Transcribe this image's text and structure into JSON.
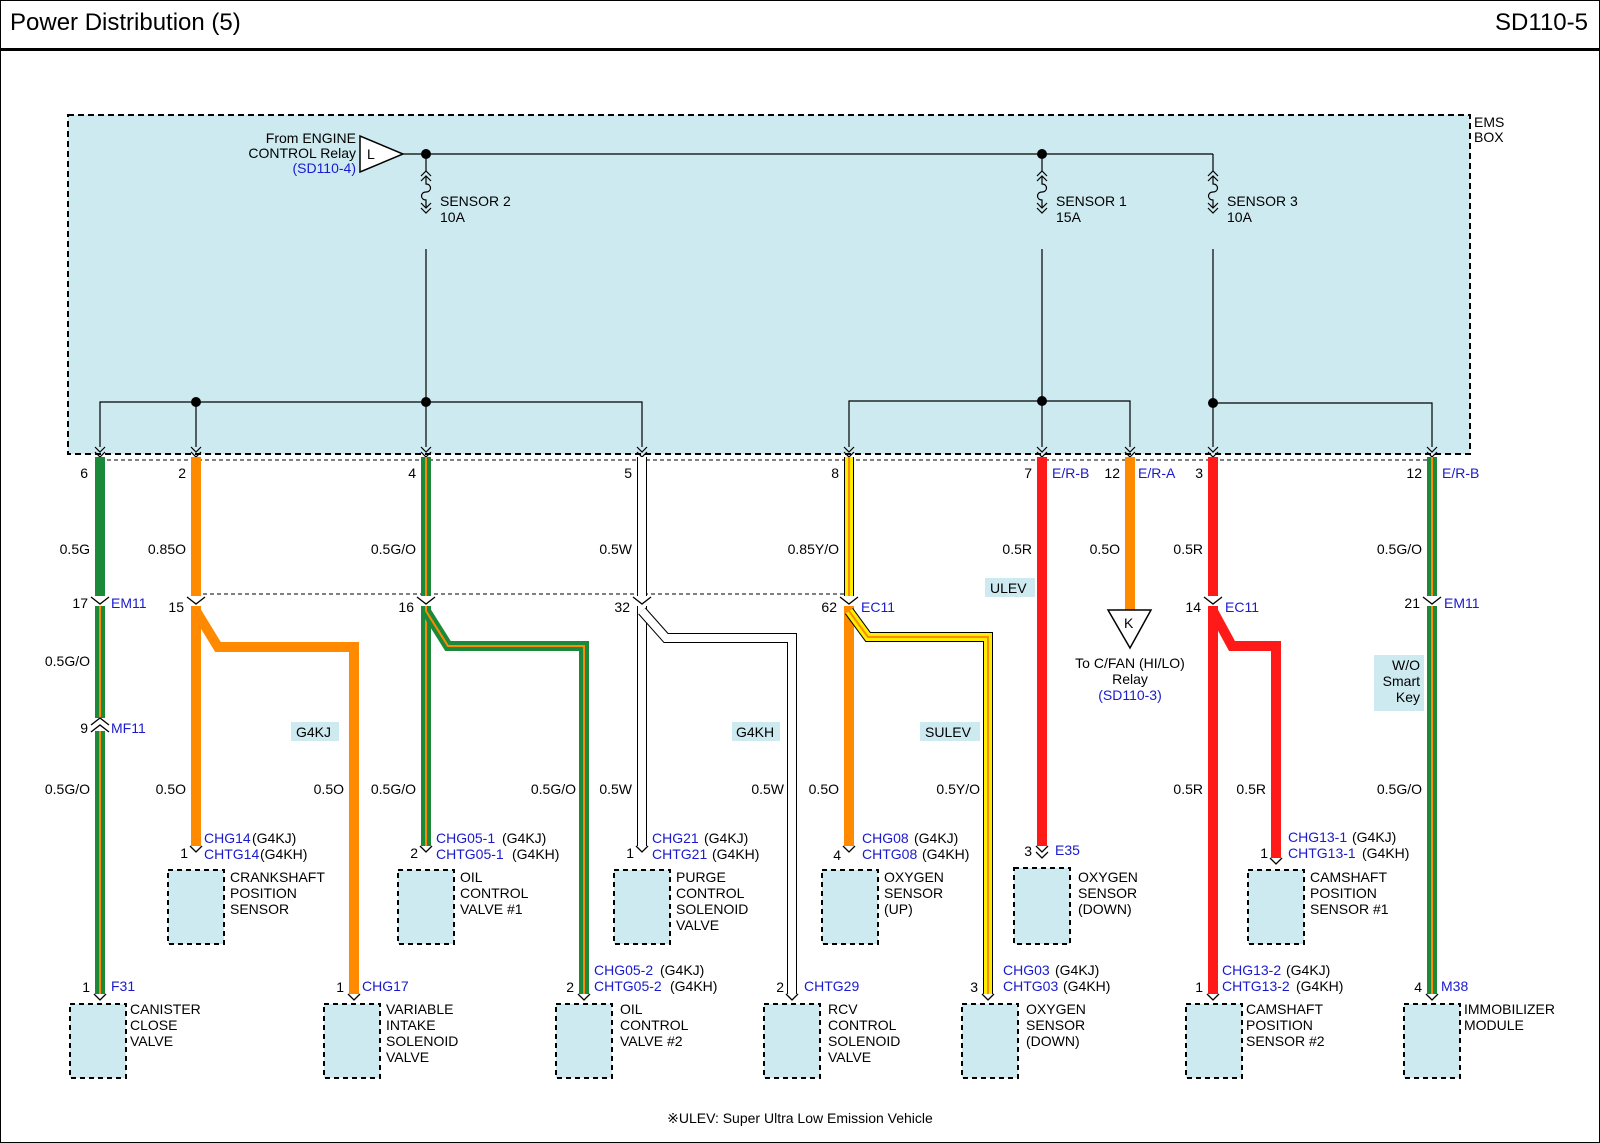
{
  "header": {
    "title": "Power Distribution (5)",
    "code": "SD110-5"
  },
  "box": {
    "label_line1": "EMS",
    "label_line2": "BOX"
  },
  "source": {
    "line1": "From ENGINE",
    "line2": "CONTROL Relay",
    "ref": "(SD110-4)",
    "symbol": "L"
  },
  "fuses": [
    {
      "name": "SENSOR 2",
      "rating": "10A"
    },
    {
      "name": "SENSOR 1",
      "rating": "15A"
    },
    {
      "name": "SENSOR 3",
      "rating": "10A"
    }
  ],
  "relay_ref": {
    "symbol": "K",
    "line1": "To C/FAN (HI/LO)",
    "line2": "Relay",
    "ref": "(SD110-3)"
  },
  "options": {
    "g4kj": "G4KJ",
    "g4kh": "G4KH",
    "sulev": "SULEV",
    "ulev": "ULEV",
    "wo_line1": "W/O",
    "wo_line2": "Smart",
    "wo_line3": "Key"
  },
  "footnote": "※ULEV: Super Ultra Low Emission Vehicle",
  "wire_colors": {
    "green": "#1a8a3a",
    "orange": "#ff8a00",
    "red": "#ff1a1a",
    "yellow": "#ffee00",
    "white": "#ffffff",
    "box_fill": "#cdeaf1",
    "link_blue": "#1a1acc"
  },
  "box_pins": [
    {
      "pin": "6",
      "connector": ""
    },
    {
      "pin": "2",
      "connector": ""
    },
    {
      "pin": "4",
      "connector": ""
    },
    {
      "pin": "5",
      "connector": ""
    },
    {
      "pin": "8",
      "connector": ""
    },
    {
      "pin": "7",
      "connector": "E/R-B"
    },
    {
      "pin": "12",
      "connector": "E/R-A"
    },
    {
      "pin": "3",
      "connector": ""
    },
    {
      "pin": "12",
      "connector": "E/R-B"
    }
  ],
  "upper_wires": [
    "0.5G",
    "0.85O",
    "0.5G/O",
    "0.5W",
    "0.85Y/O",
    "0.5R",
    "0.5O",
    "0.5R",
    "0.5G/O"
  ],
  "mid_connectors": [
    {
      "pin": "17",
      "name": "EM11"
    },
    {
      "pin": "15",
      "name": ""
    },
    {
      "pin": "16",
      "name": ""
    },
    {
      "pin": "32",
      "name": ""
    },
    {
      "pin": "62",
      "name": "EC11"
    },
    {
      "pin": "14",
      "name": "EC11"
    },
    {
      "pin": "21",
      "name": "EM11"
    }
  ],
  "mf11": {
    "pin": "9",
    "name": "MF11"
  },
  "lower_wires": [
    "0.5G/O",
    "0.5G/O",
    "0.5O",
    "0.5O",
    "0.5G/O",
    "0.5G/O",
    "0.5W",
    "0.5W",
    "0.5O",
    "0.5Y/O",
    "0.5R",
    "0.5R",
    "0.5G/O"
  ],
  "components_upper": [
    {
      "pin": "1",
      "conn1": "CHG14",
      "var1": "(G4KJ)",
      "conn2": "CHTG14",
      "var2": "(G4KH)",
      "lines": [
        "CRANKSHAFT",
        "POSITION",
        "SENSOR"
      ]
    },
    {
      "pin": "2",
      "conn1": "CHG05-1",
      "var1": "(G4KJ)",
      "conn2": "CHTG05-1",
      "var2": "(G4KH)",
      "lines": [
        "OIL",
        "CONTROL",
        "VALVE #1"
      ]
    },
    {
      "pin": "1",
      "conn1": "CHG21",
      "var1": "(G4KJ)",
      "conn2": "CHTG21",
      "var2": "(G4KH)",
      "lines": [
        "PURGE",
        "CONTROL",
        "SOLENOID",
        "VALVE"
      ]
    },
    {
      "pin": "4",
      "conn1": "CHG08",
      "var1": "(G4KJ)",
      "conn2": "CHTG08",
      "var2": "(G4KH)",
      "lines": [
        "OXYGEN",
        "SENSOR",
        "(UP)"
      ]
    },
    {
      "pin": "3",
      "conn1": "E35",
      "var1": "",
      "conn2": "",
      "var2": "",
      "lines": [
        "OXYGEN",
        "SENSOR",
        "(DOWN)"
      ]
    },
    {
      "pin": "1",
      "conn1": "CHG13-1",
      "var1": "(G4KJ)",
      "conn2": "CHTG13-1",
      "var2": "(G4KH)",
      "lines": [
        "CAMSHAFT",
        "POSITION",
        "SENSOR #1"
      ]
    }
  ],
  "components_lower": [
    {
      "pin": "1",
      "conn1": "F31",
      "var1": "",
      "conn2": "",
      "var2": "",
      "lines": [
        "CANISTER",
        "CLOSE",
        "VALVE"
      ]
    },
    {
      "pin": "1",
      "conn1": "CHG17",
      "var1": "",
      "conn2": "",
      "var2": "",
      "lines": [
        "VARIABLE",
        "INTAKE",
        "SOLENOID",
        "VALVE"
      ]
    },
    {
      "pin": "2",
      "conn1": "CHG05-2",
      "var1": "(G4KJ)",
      "conn2": "CHTG05-2",
      "var2": "(G4KH)",
      "lines": [
        "OIL",
        "CONTROL",
        "VALVE #2"
      ]
    },
    {
      "pin": "2",
      "conn1": "CHTG29",
      "var1": "",
      "conn2": "",
      "var2": "",
      "lines": [
        "RCV",
        "CONTROL",
        "SOLENOID",
        "VALVE"
      ]
    },
    {
      "pin": "3",
      "conn1": "CHG03",
      "var1": "(G4KJ)",
      "conn2": "CHTG03",
      "var2": "(G4KH)",
      "lines": [
        "OXYGEN",
        "SENSOR",
        "(DOWN)"
      ]
    },
    {
      "pin": "1",
      "conn1": "CHG13-2",
      "var1": "(G4KJ)",
      "conn2": "CHTG13-2",
      "var2": "(G4KH)",
      "lines": [
        "CAMSHAFT",
        "POSITION",
        "SENSOR #2"
      ]
    },
    {
      "pin": "4",
      "conn1": "M38",
      "var1": "",
      "conn2": "",
      "var2": "",
      "lines": [
        "IMMOBILIZER",
        "MODULE"
      ]
    }
  ]
}
